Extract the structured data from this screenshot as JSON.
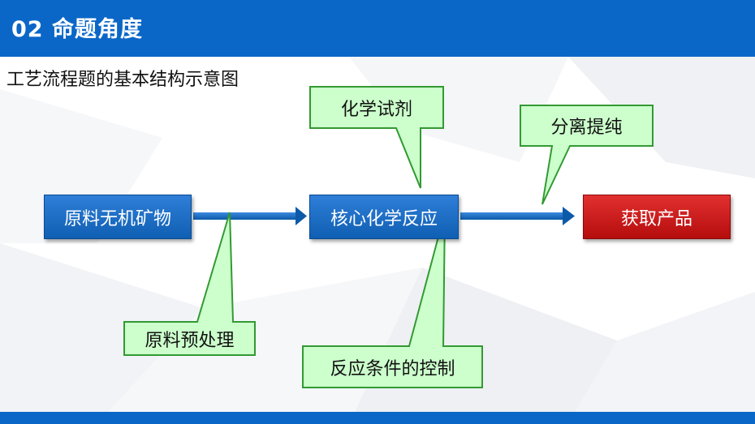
{
  "header": {
    "title": "02 命题角度"
  },
  "subtitle": "工艺流程题的基本结构示意图",
  "flow": {
    "raw_material": "原料无机矿物",
    "core_reaction": "核心化学反应",
    "product": "获取产品"
  },
  "callouts": {
    "chemical_reagent": "化学试剂",
    "separation": "分离提纯",
    "pretreatment": "原料预处理",
    "condition_control": "反应条件的控制"
  },
  "colors": {
    "header_blue": "#0b67c7",
    "box_blue": "#1f6fc4",
    "box_red": "#cc1a1a",
    "callout_fill": "#ccffcc",
    "callout_stroke": "#339933"
  }
}
